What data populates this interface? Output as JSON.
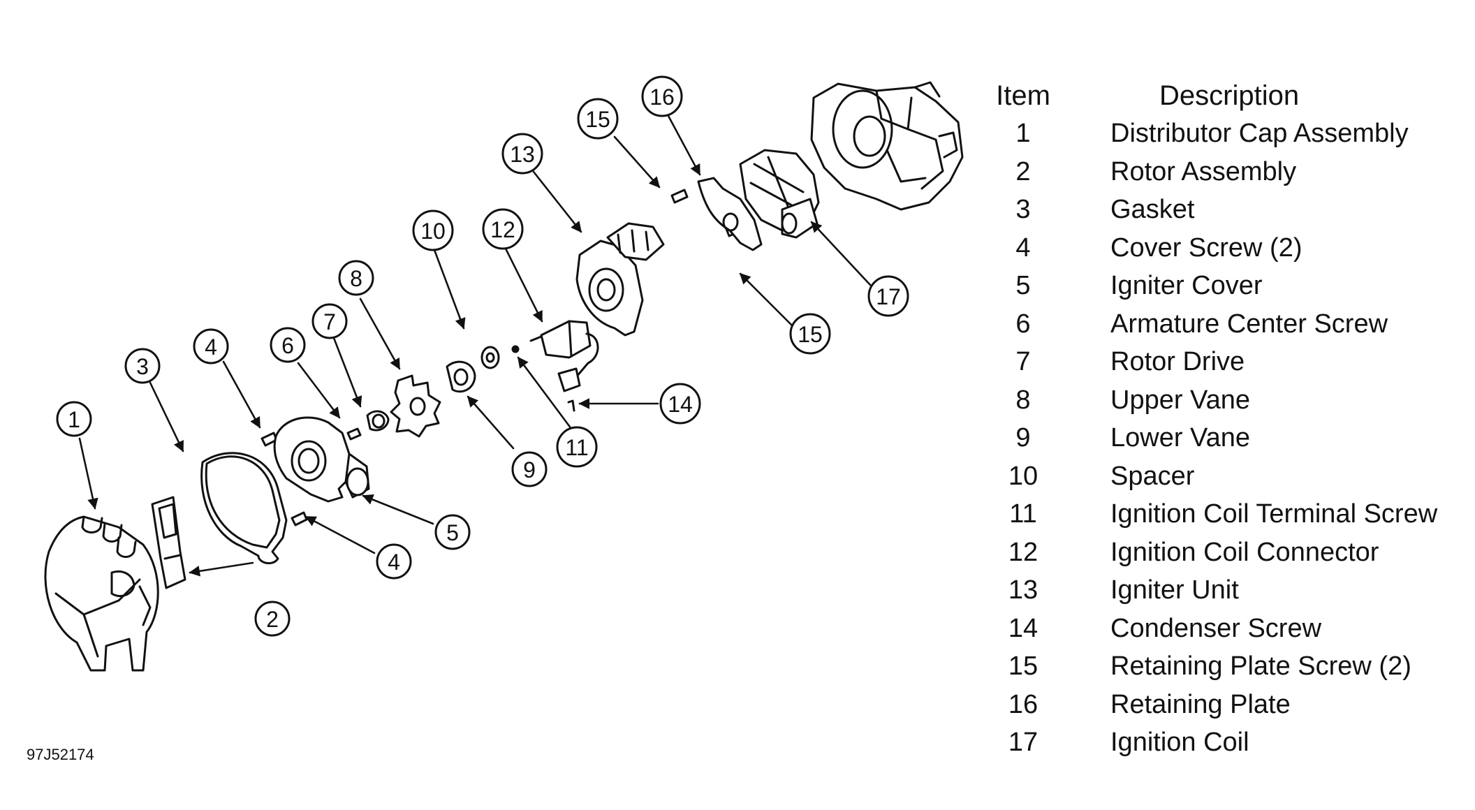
{
  "legend": {
    "item_header": "Item",
    "description_header": "Description",
    "rows": [
      {
        "item": "1",
        "description": "Distributor Cap Assembly"
      },
      {
        "item": "2",
        "description": "Rotor Assembly"
      },
      {
        "item": "3",
        "description": "Gasket"
      },
      {
        "item": "4",
        "description": "Cover Screw (2)"
      },
      {
        "item": "5",
        "description": "Igniter Cover"
      },
      {
        "item": "6",
        "description": "Armature Center Screw"
      },
      {
        "item": "7",
        "description": "Rotor Drive"
      },
      {
        "item": "8",
        "description": "Upper Vane"
      },
      {
        "item": "9",
        "description": "Lower Vane"
      },
      {
        "item": "10",
        "description": "Spacer"
      },
      {
        "item": "11",
        "description": "Ignition Coil Terminal Screw"
      },
      {
        "item": "12",
        "description": "Ignition Coil Connector"
      },
      {
        "item": "13",
        "description": "Igniter Unit"
      },
      {
        "item": "14",
        "description": "Condenser Screw"
      },
      {
        "item": "15",
        "description": "Retaining Plate Screw (2)"
      },
      {
        "item": "16",
        "description": "Retaining Plate"
      },
      {
        "item": "17",
        "description": "Ignition Coil"
      }
    ]
  },
  "figure_id": "97J52174",
  "callouts": [
    "1",
    "2",
    "3",
    "4",
    "4",
    "5",
    "6",
    "7",
    "8",
    "9",
    "10",
    "11",
    "12",
    "13",
    "14",
    "15",
    "15",
    "16",
    "17"
  ],
  "colors": {
    "ink": "#111111",
    "background": "#ffffff"
  }
}
